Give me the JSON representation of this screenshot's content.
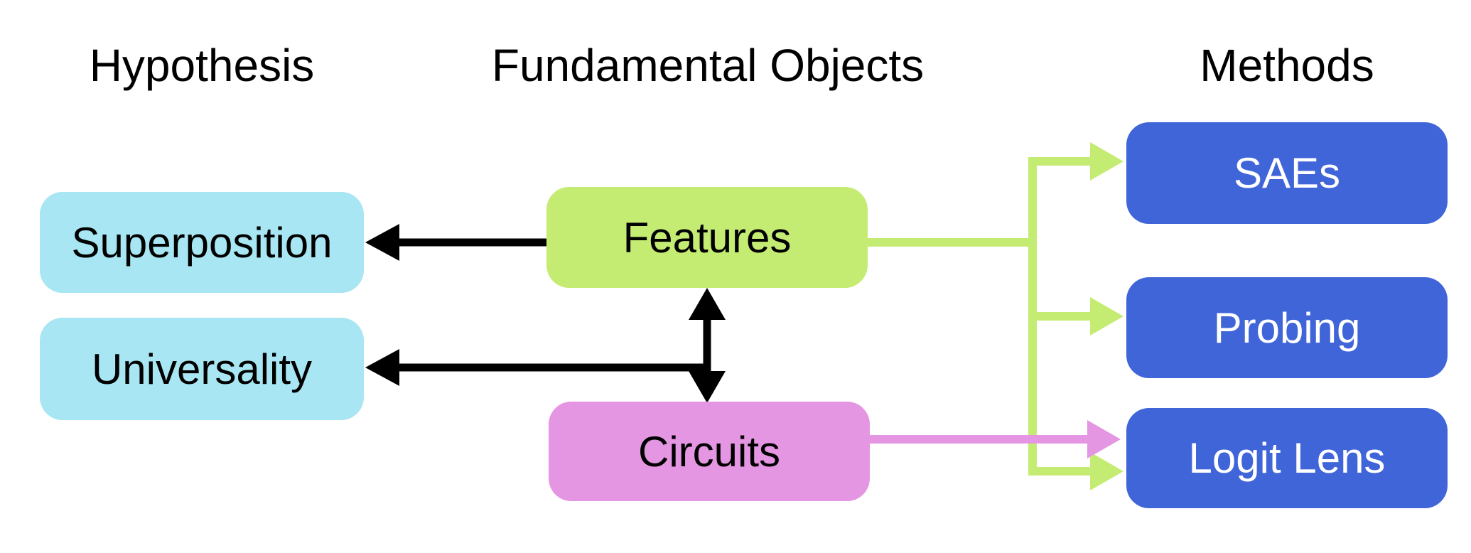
{
  "diagram": {
    "columns": [
      {
        "title": "Hypothesis"
      },
      {
        "title": "Fundamental Objects"
      },
      {
        "title": "Methods"
      }
    ],
    "nodes": {
      "superposition": {
        "label": "Superposition",
        "column": "Hypothesis"
      },
      "universality": {
        "label": "Universality",
        "column": "Hypothesis"
      },
      "features": {
        "label": "Features",
        "column": "Fundamental Objects"
      },
      "circuits": {
        "label": "Circuits",
        "column": "Fundamental Objects"
      },
      "saes": {
        "label": "SAEs",
        "column": "Methods"
      },
      "probing": {
        "label": "Probing",
        "column": "Methods"
      },
      "logit_lens": {
        "label": "Logit Lens",
        "column": "Methods"
      }
    },
    "edges": [
      {
        "from": "features",
        "to": "superposition",
        "color_key": "arrow_black",
        "direction": "one-way"
      },
      {
        "from": "features",
        "to": "universality",
        "color_key": "arrow_black",
        "direction": "one-way"
      },
      {
        "from": "features",
        "to": "circuits",
        "color_key": "arrow_black",
        "direction": "two-way"
      },
      {
        "from": "features",
        "to": "saes",
        "color_key": "green",
        "direction": "one-way"
      },
      {
        "from": "features",
        "to": "probing",
        "color_key": "green",
        "direction": "one-way"
      },
      {
        "from": "features",
        "to": "logit_lens",
        "color_key": "green",
        "direction": "one-way"
      },
      {
        "from": "circuits",
        "to": "logit_lens",
        "color_key": "pink",
        "direction": "one-way"
      }
    ],
    "colors": {
      "background": "#FFFFFF",
      "cyan": "#A7E6F2",
      "green": "#C5EC72",
      "pink": "#E596E2",
      "blue": "#3F65D8",
      "arrow_black": "#000000",
      "text_dark": "#000000",
      "text_light": "#FFFFFF"
    }
  }
}
